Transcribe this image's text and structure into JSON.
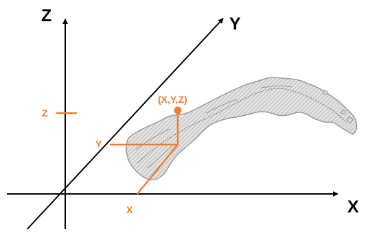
{
  "diagram": {
    "axes": {
      "z_label": "Z",
      "y_label": "Y",
      "x_label": "X"
    },
    "point_label": "(X,Y,Z)",
    "component_labels": {
      "z": "Z",
      "y": "Y",
      "x": "X"
    },
    "colors": {
      "axis": "#000000",
      "accent": "#ED7D31",
      "map": "#9b9b9b"
    },
    "map_region": "norway-shaped-map"
  }
}
